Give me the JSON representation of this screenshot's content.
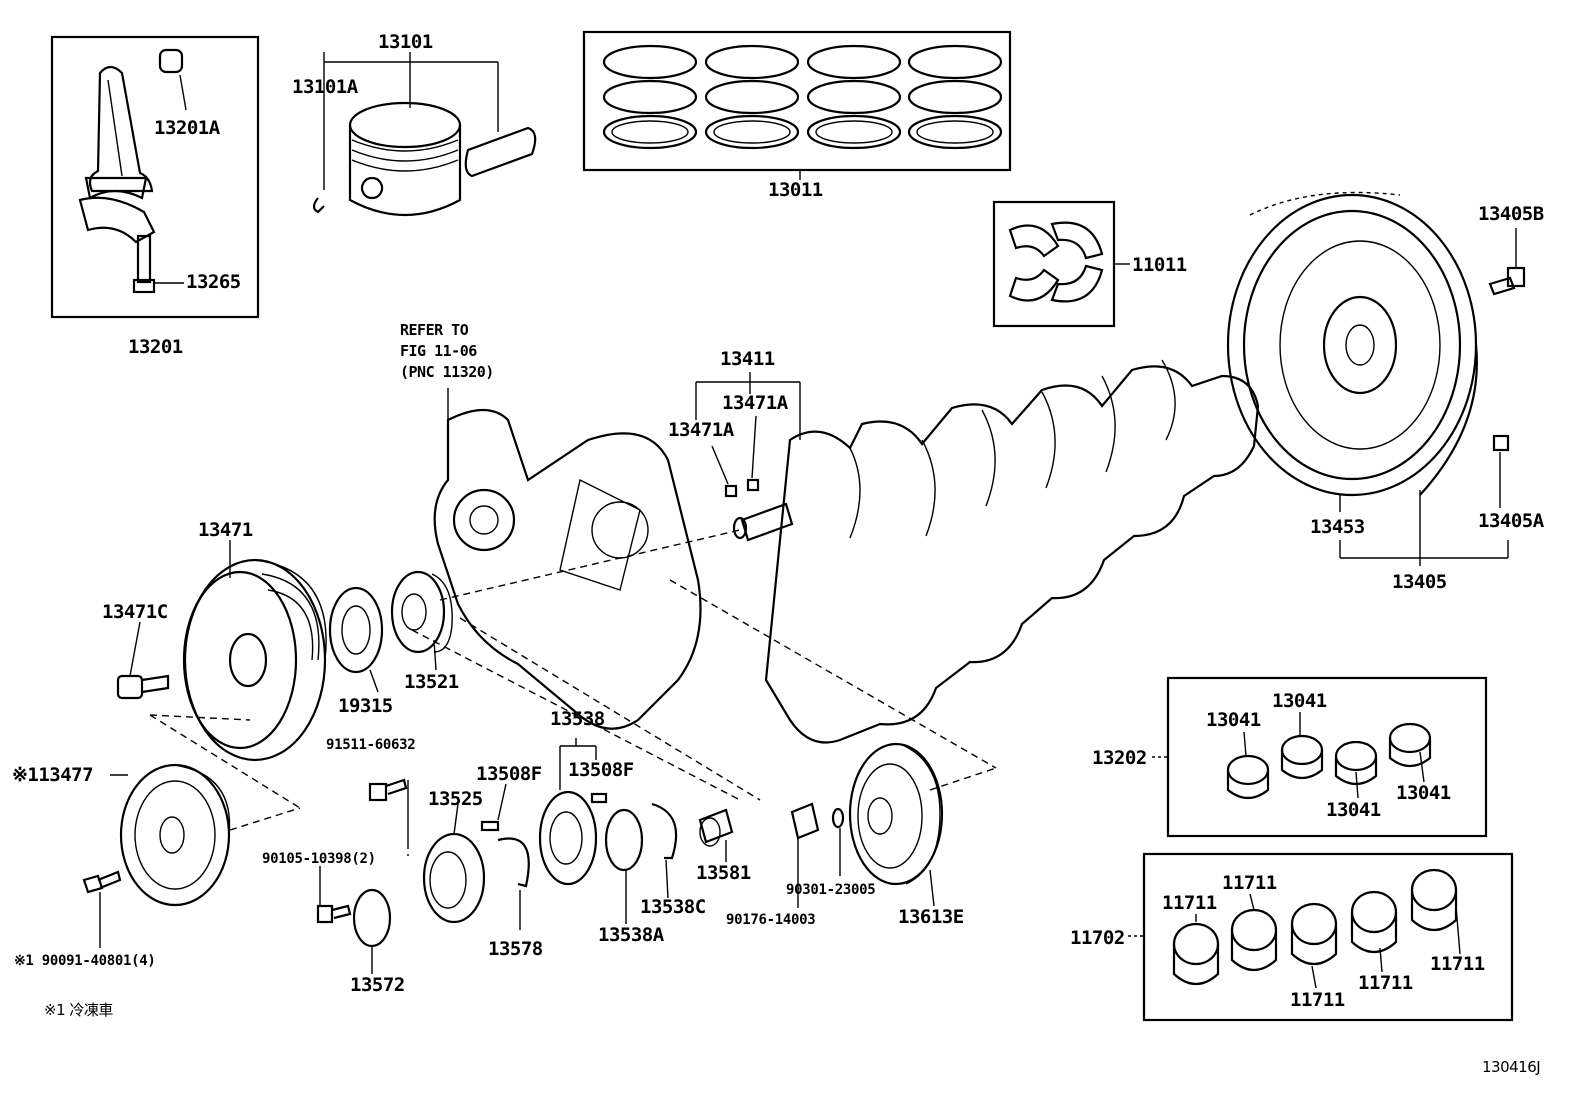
{
  "diagram": {
    "footnote": "※1 冷凍車",
    "image_id_label": "130416J",
    "reference_note": "REFER TO\nFIG 11-06\n(PNC 11320)",
    "labels": {
      "p13101": "13101",
      "p13101A": "13101A",
      "p13201A": "13201A",
      "p13265": "13265",
      "p13201": "13201",
      "p13011": "13011",
      "p11011": "11011",
      "p13405B": "13405B",
      "p13411": "13411",
      "p13471A_top": "13471A",
      "p13471A_left": "13471A",
      "p13471": "13471",
      "p13471C": "13471C",
      "p19315": "19315",
      "p13521": "13521",
      "p13453": "13453",
      "p13405A": "13405A",
      "p13405": "13405",
      "p13538": "13538",
      "p91511": "91511-60632",
      "p13477": "※113477",
      "p13508F_left": "13508F",
      "p13508F_right": "13508F",
      "p13525": "13525",
      "p90105": "90105-10398(2)",
      "p90091": "※1 90091-40801(4)",
      "p13572": "13572",
      "p13578": "13578",
      "p13538A": "13538A",
      "p13538C": "13538C",
      "p13581": "13581",
      "p90301": "90301-23005",
      "p90176": "90176-14003",
      "p13613E": "13613E",
      "p13202": "13202",
      "p13041_a": "13041",
      "p13041_b": "13041",
      "p13041_c": "13041",
      "p13041_d": "13041",
      "p11702": "11702",
      "p11711_a": "11711",
      "p11711_b": "11711",
      "p11711_c": "11711",
      "p11711_d": "11711",
      "p11711_e": "11711"
    }
  }
}
